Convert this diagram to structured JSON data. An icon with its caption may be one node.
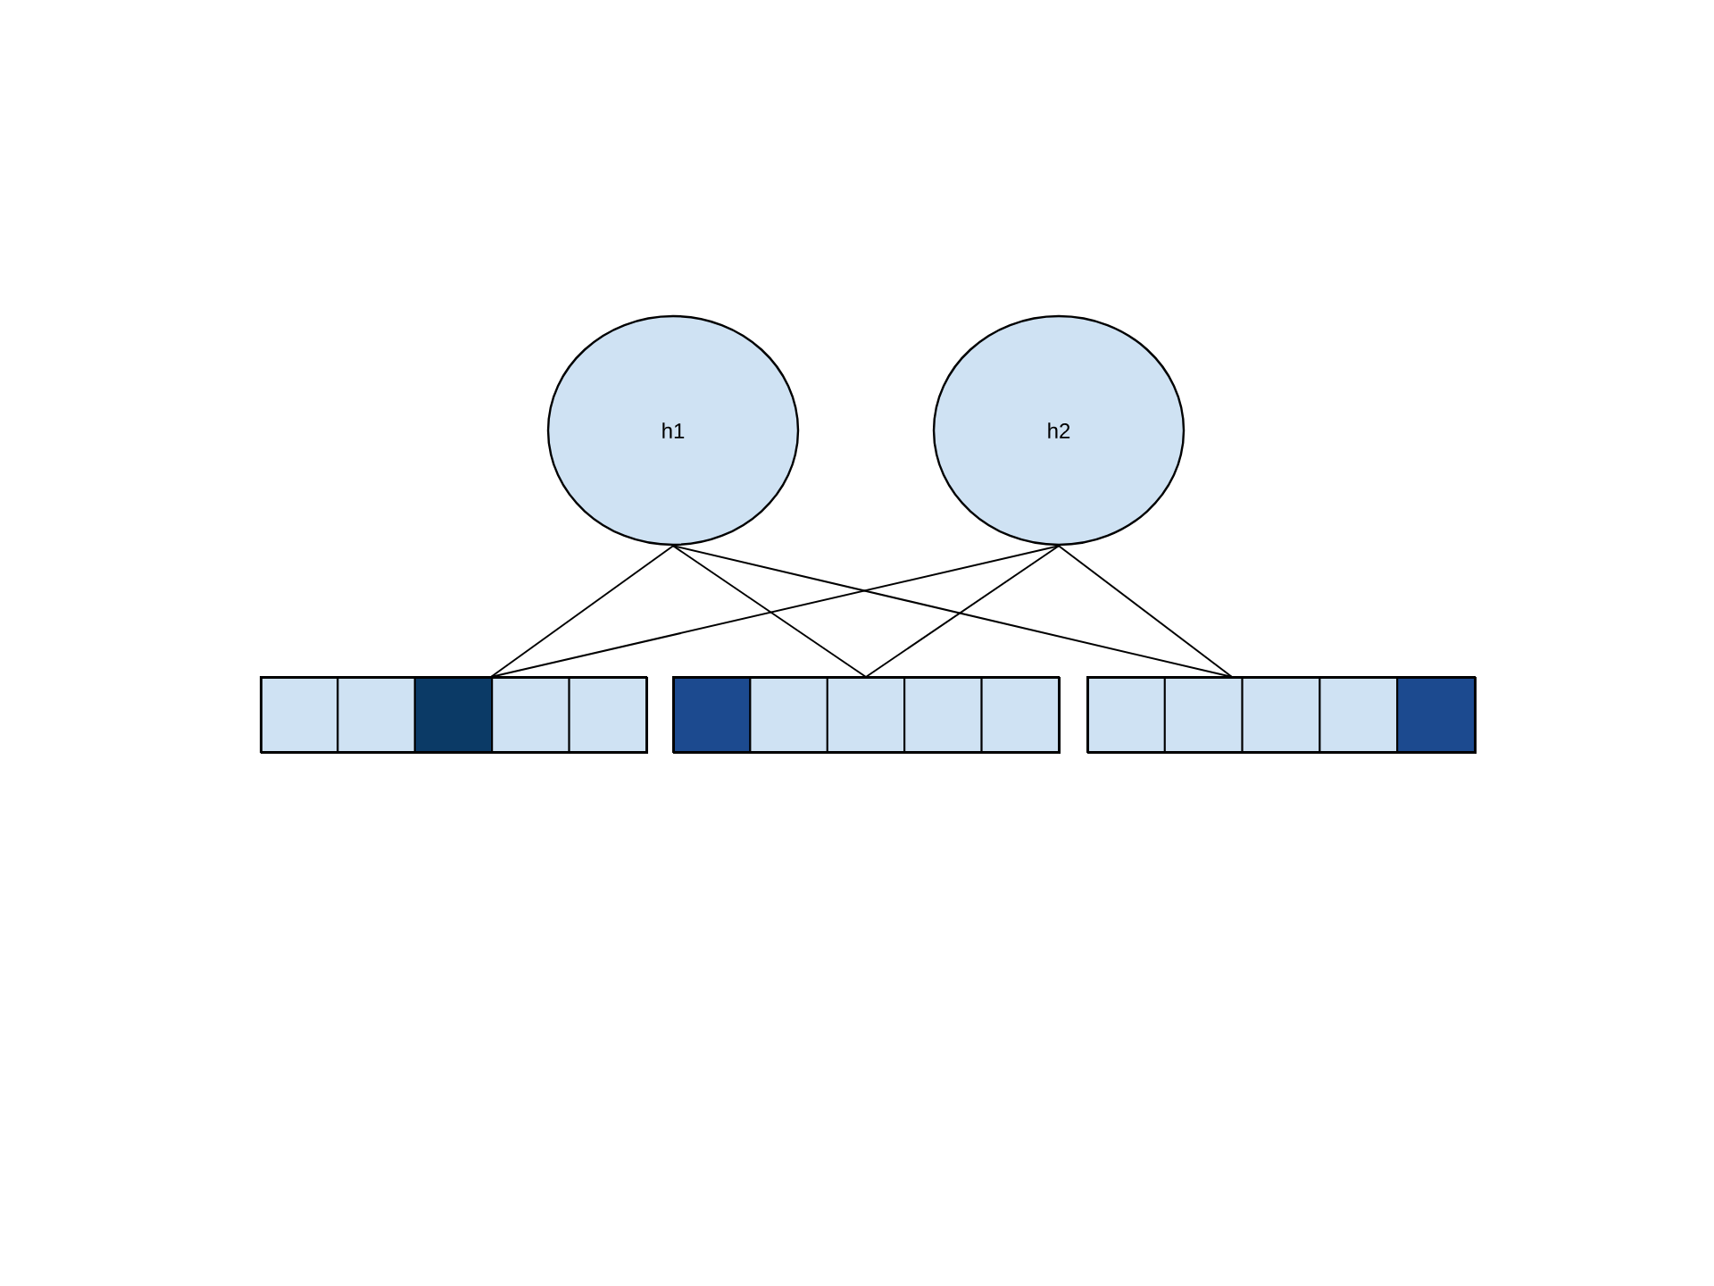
{
  "diagram": {
    "nodes": [
      {
        "text": [
          "h1"
        ]
      },
      {
        "text": [
          "h2"
        ]
      },
      {
        "text": [],
        "shape": "bar"
      },
      {
        "text": [],
        "shape": "bar"
      },
      {
        "text": [],
        "shape": "bar"
      }
    ],
    "edges": [
      {
        "from": 0,
        "to": 2,
        "arrow": "none"
      },
      {
        "from": 0,
        "to": 3,
        "arrow": "none"
      },
      {
        "from": 0,
        "to": 4,
        "arrow": "none"
      },
      {
        "from": 1,
        "to": 2,
        "arrow": "none"
      },
      {
        "from": 1,
        "to": 3,
        "arrow": "none"
      },
      {
        "from": 1,
        "to": 4,
        "arrow": "none"
      }
    ]
  }
}
